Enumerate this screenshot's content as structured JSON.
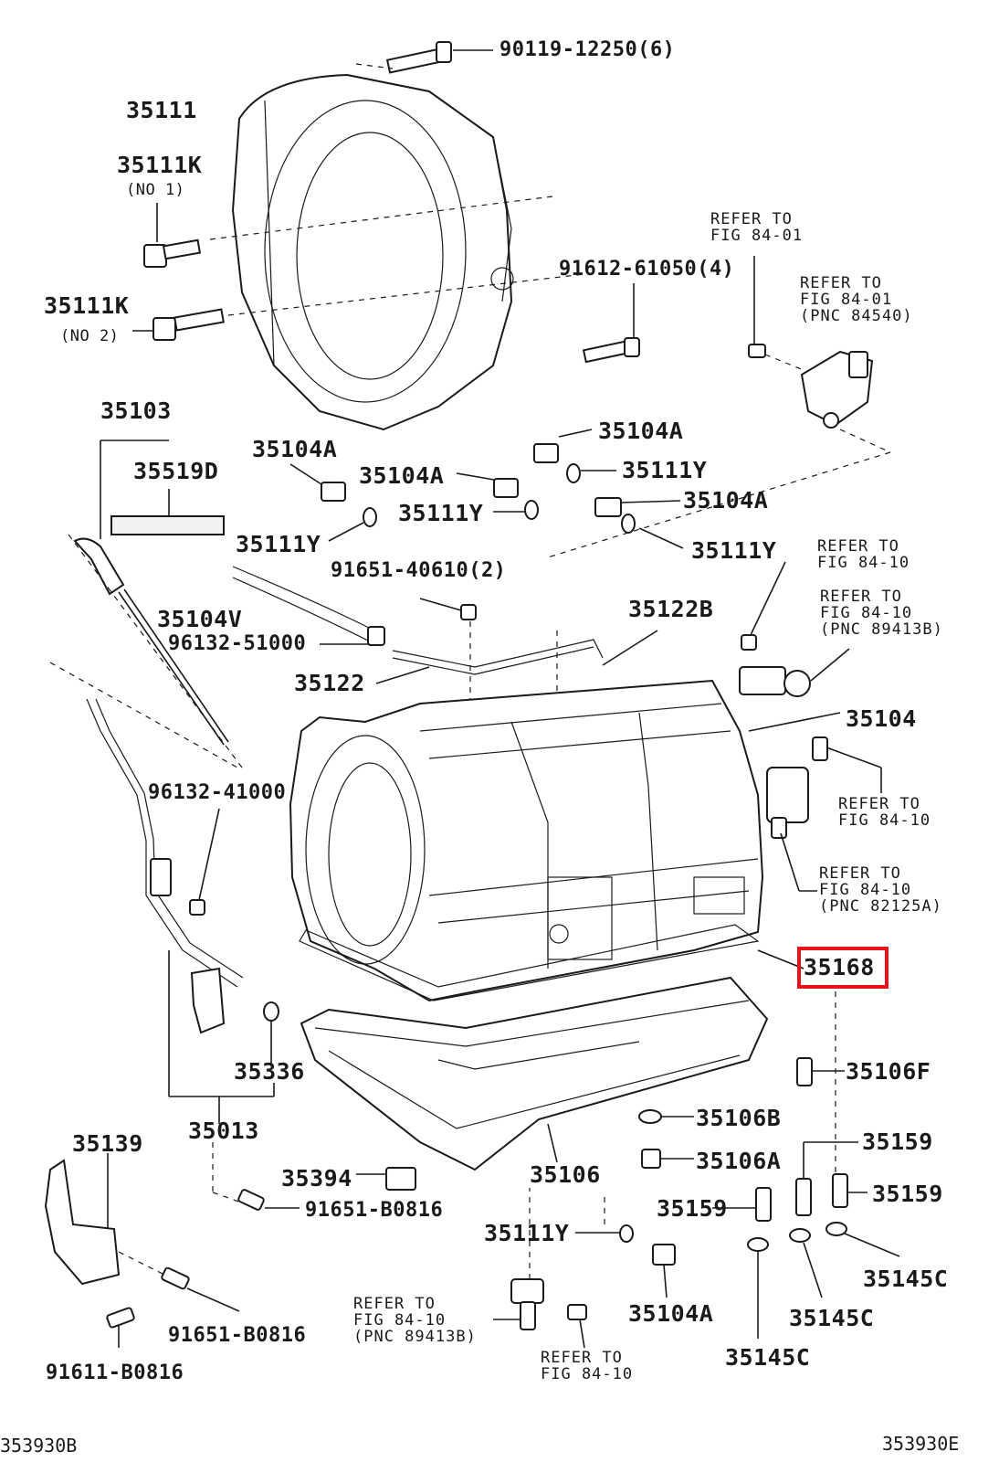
{
  "diagram": {
    "highlight_color": "#e8131a",
    "fig_code_left": "353930B",
    "fig_code_right": "353930E",
    "labels": {
      "p90119": "90119-12250(6)",
      "p35111": "35111",
      "p35111k1": "35111K",
      "no1": "(NO 1)",
      "p35111k2": "35111K",
      "no2": "(NO 2)",
      "p91612": "91612-61050(4)",
      "p35103": "35103",
      "p35519d": "35519D",
      "p35104a_1": "35104A",
      "p35104a_2": "35104A",
      "p35104a_3": "35104A",
      "p35104a_4": "35104A",
      "p35104a_5": "35104A",
      "p35111y_1": "35111Y",
      "p35111y_2": "35111Y",
      "p35111y_3": "35111Y",
      "p35111y_4": "35111Y",
      "p35111y_5": "35111Y",
      "p91651_40610": "91651-40610(2)",
      "p35104v": "35104V",
      "p96132_51000": "96132-51000",
      "p35122": "35122",
      "p35122b": "35122B",
      "p35104": "35104",
      "p96132_41000": "96132-41000",
      "p35168": "35168",
      "p35336": "35336",
      "p35013": "35013",
      "p35106f": "35106F",
      "p35106b": "35106B",
      "p35106a": "35106A",
      "p35159_1": "35159",
      "p35159_2": "35159",
      "p35159_3": "35159",
      "p35106": "35106",
      "p35139": "35139",
      "p35394": "35394",
      "p91651_b0816_1": "91651-B0816",
      "p91651_b0816_2": "91651-B0816",
      "p91611_b0816": "91611-B0816",
      "p35145c_1": "35145C",
      "p35145c_2": "35145C",
      "p35145c_3": "35145C"
    },
    "refs": {
      "ref1": [
        "REFER TO",
        "FIG 84-01"
      ],
      "ref2": [
        "REFER TO",
        "FIG 84-01",
        "(PNC 84540)"
      ],
      "ref3": [
        "REFER TO",
        "FIG 84-10"
      ],
      "ref4": [
        "REFER TO",
        "FIG 84-10",
        "(PNC 89413B)"
      ],
      "ref5": [
        "REFER TO",
        "FIG 84-10"
      ],
      "ref6": [
        "REFER TO",
        "FIG 84-10",
        "(PNC 82125A)"
      ],
      "ref7": [
        "REFER TO",
        "FIG 84-10",
        "(PNC 89413B)"
      ],
      "ref8": [
        "REFER TO",
        "FIG 84-10"
      ]
    }
  }
}
